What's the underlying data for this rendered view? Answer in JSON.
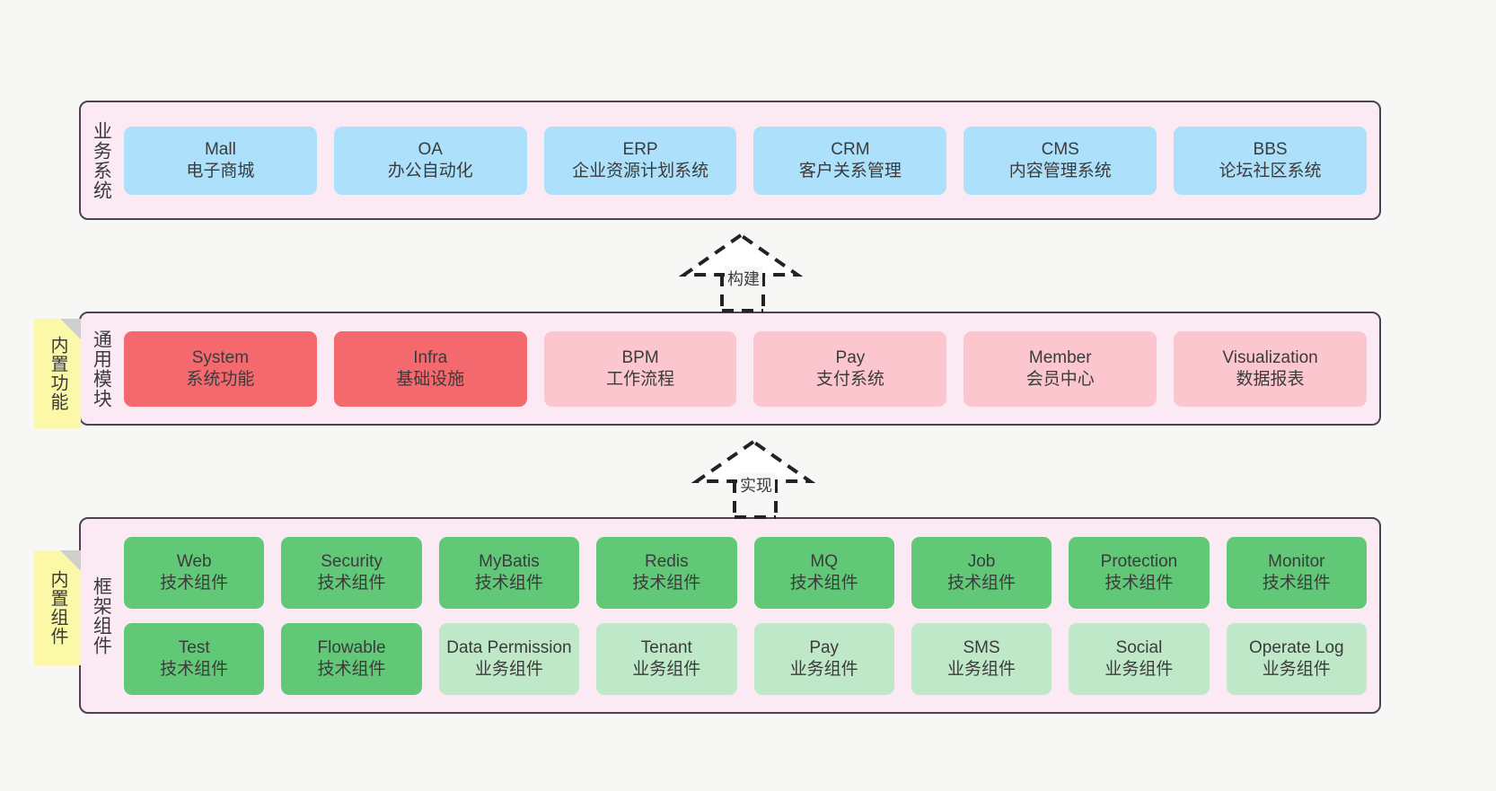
{
  "diagram": {
    "background": "#f7f7f5",
    "layer_border": "#4a4352",
    "layer_fill": "#fbeaf4",
    "note_fill": "#fbf8a8",
    "colors": {
      "business": "#ace0fb",
      "module_core": "#f4696e",
      "module_plain": "#fcc6ce",
      "tech_component": "#61c877",
      "biz_component": "#bfe8c9"
    }
  },
  "layers": {
    "business": {
      "title": "业务系统",
      "cards": [
        {
          "name": "Mall",
          "desc": "电子商城"
        },
        {
          "name": "OA",
          "desc": "办公自动化"
        },
        {
          "name": "ERP",
          "desc": "企业资源计划系统"
        },
        {
          "name": "CRM",
          "desc": "客户关系管理"
        },
        {
          "name": "CMS",
          "desc": "内容管理系统"
        },
        {
          "name": "BBS",
          "desc": "论坛社区系统"
        }
      ]
    },
    "module": {
      "title": "通用模块",
      "note": "内置功能",
      "cards": [
        {
          "name": "System",
          "desc": "系统功能",
          "style": "red"
        },
        {
          "name": "Infra",
          "desc": "基础设施",
          "style": "red"
        },
        {
          "name": "BPM",
          "desc": "工作流程",
          "style": "pink"
        },
        {
          "name": "Pay",
          "desc": "支付系统",
          "style": "pink"
        },
        {
          "name": "Member",
          "desc": "会员中心",
          "style": "pink"
        },
        {
          "name": "Visualization",
          "desc": "数据报表",
          "style": "pink"
        }
      ]
    },
    "framework": {
      "title": "框架组件",
      "note": "内置组件",
      "row1": [
        {
          "name": "Web",
          "desc": "技术组件",
          "style": "green"
        },
        {
          "name": "Security",
          "desc": "技术组件",
          "style": "green"
        },
        {
          "name": "MyBatis",
          "desc": "技术组件",
          "style": "green"
        },
        {
          "name": "Redis",
          "desc": "技术组件",
          "style": "green"
        },
        {
          "name": "MQ",
          "desc": "技术组件",
          "style": "green"
        },
        {
          "name": "Job",
          "desc": "技术组件",
          "style": "green"
        },
        {
          "name": "Protection",
          "desc": "技术组件",
          "style": "green"
        },
        {
          "name": "Monitor",
          "desc": "技术组件",
          "style": "green"
        }
      ],
      "row2": [
        {
          "name": "Test",
          "desc": "技术组件",
          "style": "green"
        },
        {
          "name": "Flowable",
          "desc": "技术组件",
          "style": "green"
        },
        {
          "name": "Data Permission",
          "desc": "业务组件",
          "style": "lightgreen"
        },
        {
          "name": "Tenant",
          "desc": "业务组件",
          "style": "lightgreen"
        },
        {
          "name": "Pay",
          "desc": "业务组件",
          "style": "lightgreen"
        },
        {
          "name": "SMS",
          "desc": "业务组件",
          "style": "lightgreen"
        },
        {
          "name": "Social",
          "desc": "业务组件",
          "style": "lightgreen"
        },
        {
          "name": "Operate Log",
          "desc": "业务组件",
          "style": "lightgreen"
        }
      ]
    }
  },
  "arrows": [
    {
      "label": "构建"
    },
    {
      "label": "实现"
    }
  ]
}
